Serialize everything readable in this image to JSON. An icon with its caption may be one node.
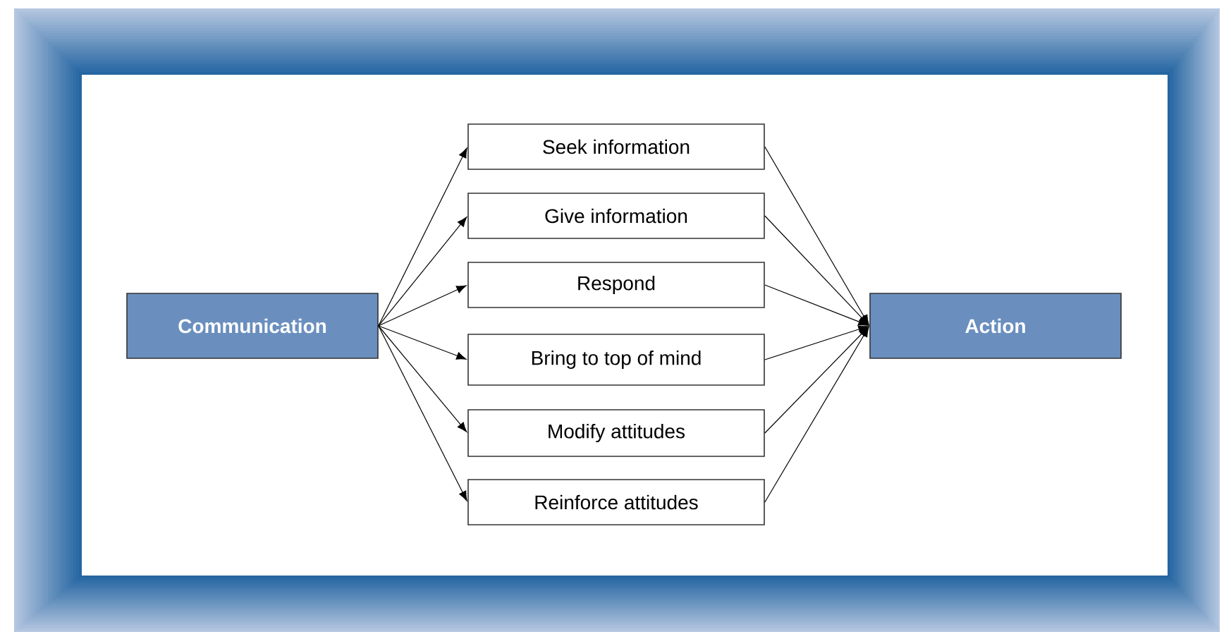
{
  "diagram": {
    "nodes": [
      {
        "text": [
          "Communication"
        ]
      },
      {
        "text": [
          "Seek information"
        ]
      },
      {
        "text": [
          "Give information"
        ]
      },
      {
        "text": [
          "Respond"
        ]
      },
      {
        "text": [
          "Bring to top of mind"
        ]
      },
      {
        "text": [
          "Modify attitudes"
        ]
      },
      {
        "text": [
          "Reinforce attitudes"
        ]
      },
      {
        "text": [
          "Action"
        ]
      }
    ],
    "edges": [
      {
        "from": 0,
        "to": 1,
        "arrow": "to"
      },
      {
        "from": 0,
        "to": 2,
        "arrow": "to"
      },
      {
        "from": 0,
        "to": 3,
        "arrow": "to"
      },
      {
        "from": 0,
        "to": 4,
        "arrow": "to"
      },
      {
        "from": 0,
        "to": 5,
        "arrow": "to"
      },
      {
        "from": 0,
        "to": 6,
        "arrow": "to"
      },
      {
        "from": 1,
        "to": 7,
        "arrow": "to"
      },
      {
        "from": 2,
        "to": 7,
        "arrow": "to"
      },
      {
        "from": 3,
        "to": 7,
        "arrow": "to"
      },
      {
        "from": 4,
        "to": 7,
        "arrow": "to"
      },
      {
        "from": 5,
        "to": 7,
        "arrow": "to"
      },
      {
        "from": 6,
        "to": 7,
        "arrow": "to"
      }
    ]
  }
}
